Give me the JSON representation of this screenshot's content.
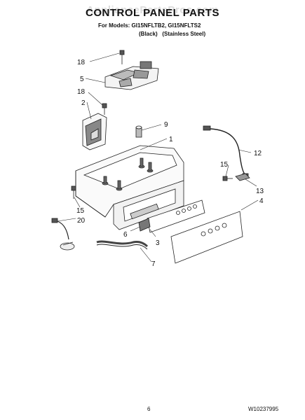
{
  "header": {
    "watermark": "AppliancePartsPros.com",
    "title": "CONTROL PANEL PARTS",
    "models_line": "For Models: GI15NFLTB2, GI15NFLTS2",
    "variants_line": "(Black)   (Stainless Steel)"
  },
  "callouts": [
    "18",
    "5",
    "18",
    "2",
    "9",
    "1",
    "12",
    "15",
    "13",
    "4",
    "15",
    "20",
    "6",
    "3",
    "7"
  ],
  "footer": {
    "page_number": "6",
    "document_number": "W10237995"
  }
}
